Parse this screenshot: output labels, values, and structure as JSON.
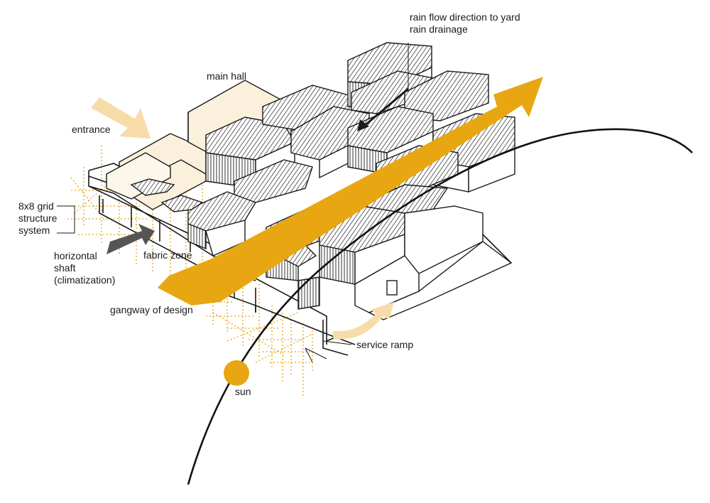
{
  "labels": {
    "rain_flow": "rain flow direction to yard",
    "rain_drainage": "rain drainage",
    "main_hall": "main hall",
    "entrance": "entrance",
    "grid_structure": "8x8 grid\nstructure\nsystem",
    "fabric_zone": "fabric zone",
    "horizontal_shaft": "horizontal\nshaft\n(climatization)",
    "gangway": "gangway of design",
    "service_ramp": "service ramp",
    "sun": "sun"
  },
  "colors": {
    "accent": "#e8a712",
    "accent_light": "#f7dcaa",
    "hall_fill": "#fbf0dc",
    "grid_line": "#e8a712",
    "line": "#1a1a1a",
    "shaft_arrow": "#555555"
  },
  "icons": {
    "entrance_arrow": "arrow-icon",
    "gangway_arrow": "arrow-icon",
    "rain_arrow": "arrow-icon",
    "shaft_arrow": "arrow-icon",
    "service_ramp_arrow": "arrow-icon",
    "sun": "sun-icon"
  }
}
